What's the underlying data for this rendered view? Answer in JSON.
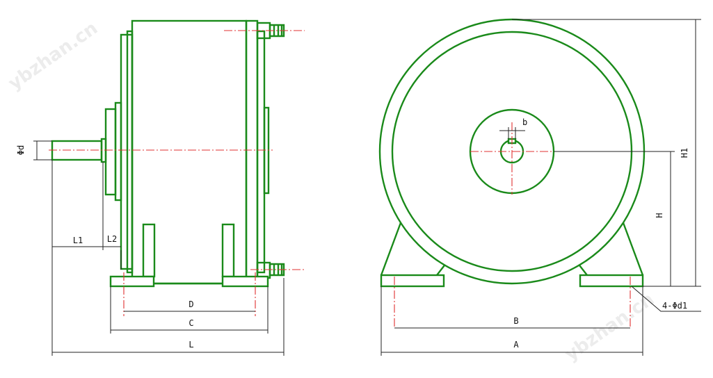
{
  "watermark": "ybzhan.cn",
  "side_view": {
    "labels": {
      "d": "Φd",
      "L1": "L1",
      "L2": "L2",
      "D": "D",
      "C": "C",
      "L": "L"
    }
  },
  "front_view": {
    "labels": {
      "b": "b",
      "H1": "H1",
      "H": "H",
      "B": "B",
      "A": "A",
      "d1": "4-Φd1"
    }
  },
  "colors": {
    "outline": "#1a8a1a",
    "centerline": "#e03030",
    "dimension": "#222222"
  }
}
